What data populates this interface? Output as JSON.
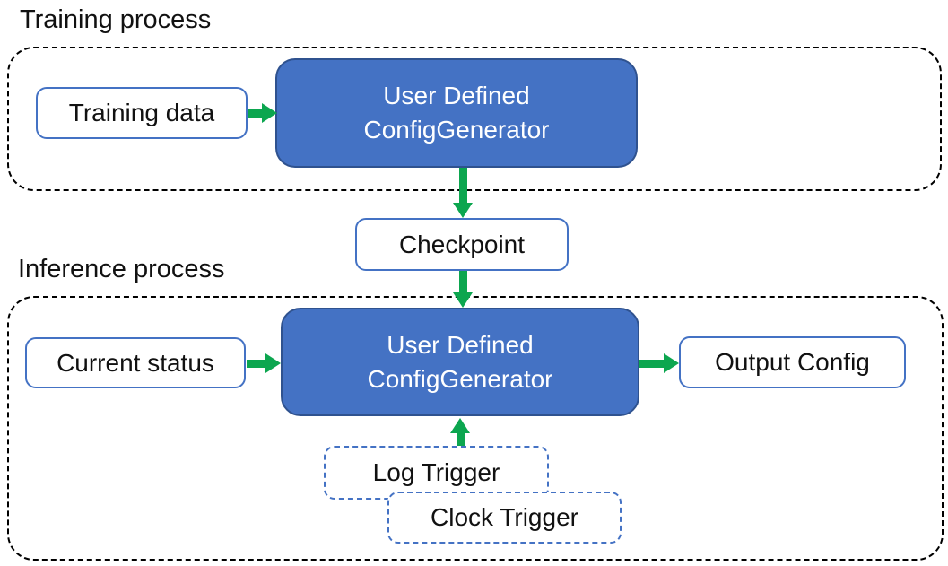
{
  "labels": {
    "training": "Training process",
    "inference": "Inference process"
  },
  "nodes": {
    "training_data": {
      "label": "Training data"
    },
    "generator_training": {
      "line1": "User Defined",
      "line2": "ConfigGenerator"
    },
    "checkpoint": {
      "label": "Checkpoint"
    },
    "current_status": {
      "label": "Current status"
    },
    "generator_inference": {
      "line1": "User Defined",
      "line2": "ConfigGenerator"
    },
    "output_config": {
      "label": "Output Config"
    },
    "log_trigger": {
      "label": "Log Trigger"
    },
    "clock_trigger": {
      "label": "Clock Trigger"
    }
  },
  "arrows": [
    {
      "name": "training-data-to-generator",
      "direction": "right"
    },
    {
      "name": "generator-to-checkpoint",
      "direction": "down"
    },
    {
      "name": "checkpoint-to-generator",
      "direction": "down"
    },
    {
      "name": "current-status-to-generator",
      "direction": "right"
    },
    {
      "name": "generator-to-output-config",
      "direction": "right"
    },
    {
      "name": "triggers-to-generator",
      "direction": "up"
    }
  ],
  "colors": {
    "node_fill": "#4472C4",
    "node_border": "#2F528F",
    "io_border": "#4472C4",
    "trigger_border": "#4472C4",
    "arrow_green": "#0CA64F",
    "container_border": "#000000",
    "text_dark": "#111111",
    "text_light": "#FFFFFF",
    "background": "#FFFFFF"
  }
}
